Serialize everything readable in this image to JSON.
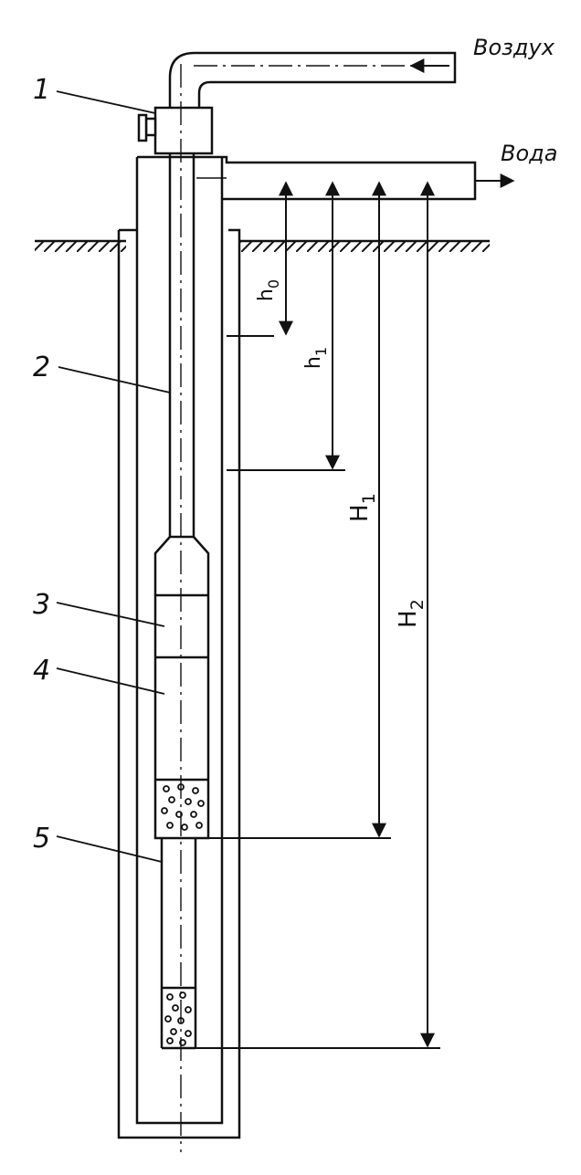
{
  "labels": {
    "air": "Воздух",
    "water": "Вода",
    "h0": "h0",
    "h1": "h1",
    "H1": "H1",
    "H2": "H2"
  },
  "callouts": [
    "1",
    "2",
    "3",
    "4",
    "5"
  ],
  "colors": {
    "ink": "#111111",
    "paper": "#ffffff"
  }
}
